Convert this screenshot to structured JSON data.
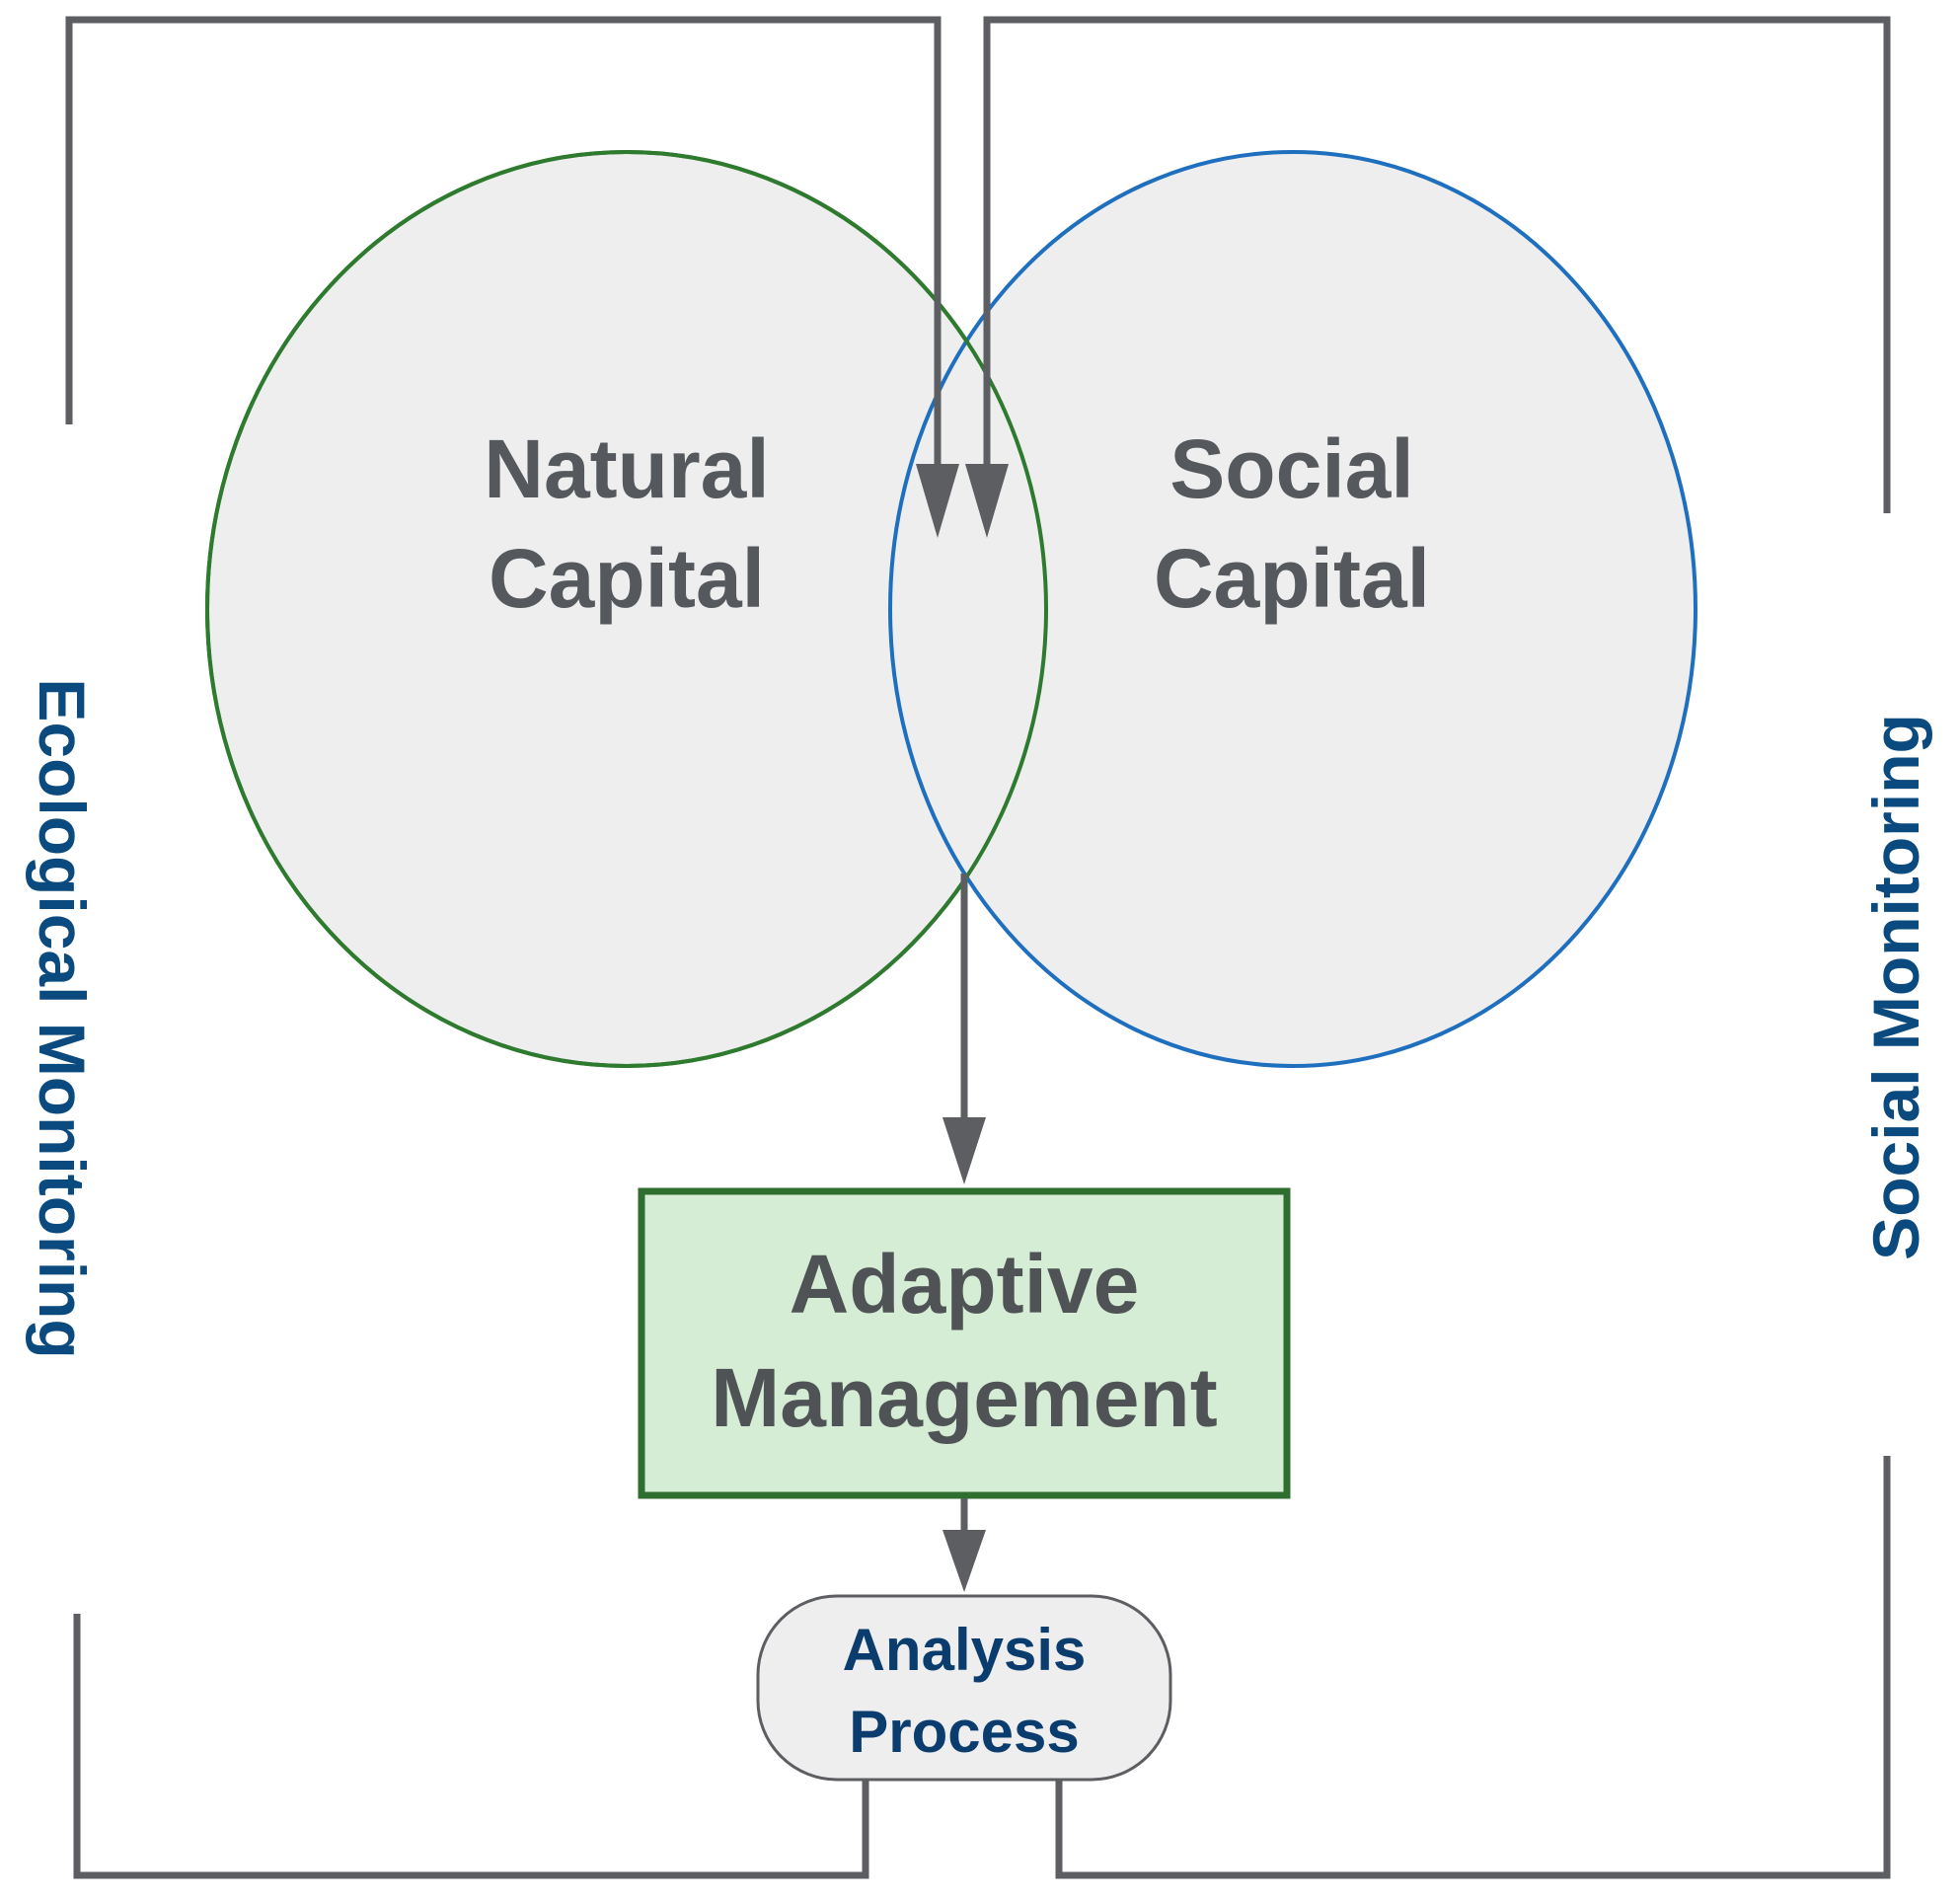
{
  "natural_capital": {
    "line1": "Natural",
    "line2": "Capital"
  },
  "social_capital": {
    "line1": "Social",
    "line2": "Capital"
  },
  "adaptive_management": {
    "line1": "Adaptive",
    "line2": "Management"
  },
  "analysis_process": {
    "line1": "Analysis",
    "line2": "Process"
  },
  "ecological_monitoring": "Ecological Monitoring",
  "social_monitoring": "Social Monitoring",
  "colors": {
    "natural_outline": "#2e7a2e",
    "social_outline": "#1f6fbf",
    "circle_fill": "#eeeeef",
    "box_fill": "#d5ecd5",
    "box_outline": "#2e6e2e",
    "connector": "#5c5e62",
    "monitoring_text": "#0a4a7e"
  }
}
